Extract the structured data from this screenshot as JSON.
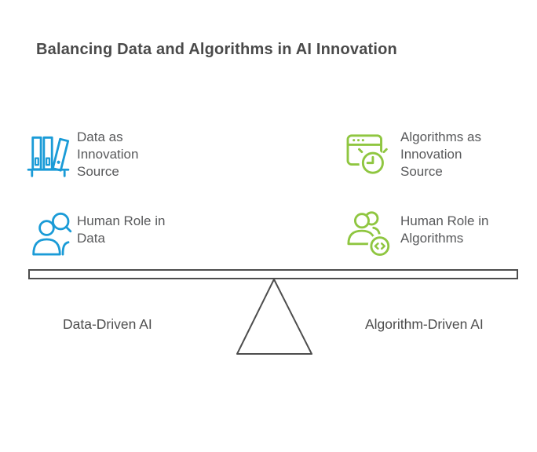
{
  "title": "Balancing Data and Algorithms in AI Innovation",
  "colors": {
    "blue": "#1A9BD7",
    "green": "#8FC640",
    "title": "#4A4A4A",
    "label": "#58595B",
    "beam": "#4D4D4D"
  },
  "left_items": [
    {
      "icon": "books-shelf-icon",
      "label": "Data as\nInnovation\nSource"
    },
    {
      "icon": "person-magnifier-icon",
      "label": "Human Role in\nData"
    }
  ],
  "right_items": [
    {
      "icon": "browser-clock-icon",
      "label": "Algorithms as\nInnovation\nSource"
    },
    {
      "icon": "people-code-icon",
      "label": "Human Role in\nAlgorithms"
    }
  ],
  "balance": {
    "left_label": "Data-Driven AI",
    "right_label": "Algorithm-Driven AI"
  }
}
